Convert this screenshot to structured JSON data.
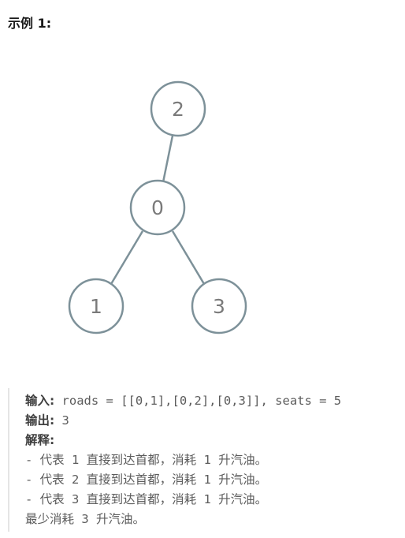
{
  "heading": "示例 1:",
  "diagram": {
    "nodes": [
      {
        "id": "node-2",
        "label": "2"
      },
      {
        "id": "node-0",
        "label": "0"
      },
      {
        "id": "node-1",
        "label": "1"
      },
      {
        "id": "node-3",
        "label": "3"
      }
    ],
    "edges": [
      [
        "2",
        "0"
      ],
      [
        "0",
        "1"
      ],
      [
        "0",
        "3"
      ]
    ],
    "stroke_color": "#7d9199",
    "text_color": "#7a7a7a"
  },
  "example": {
    "input_label": "输入:",
    "input_value": " roads = [[0,1],[0,2],[0,3]], seats = 5",
    "output_label": "输出:",
    "output_value": " 3",
    "explanation_label": "解释:",
    "lines": [
      "- 代表 1 直接到达首都，消耗 1 升汽油。",
      "- 代表 2 直接到达首都，消耗 1 升汽油。",
      "- 代表 3 直接到达首都，消耗 1 升汽油。",
      "最少消耗 3 升汽油。"
    ]
  }
}
